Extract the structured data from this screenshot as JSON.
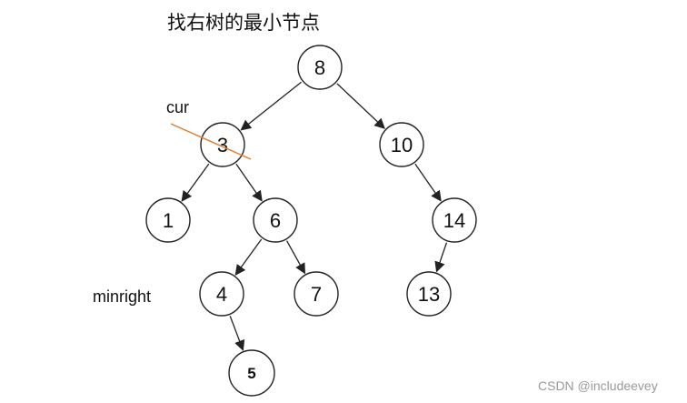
{
  "title": "找右树的最小节点",
  "labels": {
    "cur": "cur",
    "minright": "minright"
  },
  "watermark": "CSDN @includeevey",
  "colors": {
    "strike": "#e07a2e",
    "ink": "#222222"
  },
  "tree": {
    "nodes": [
      {
        "id": "n8",
        "value": "8"
      },
      {
        "id": "n3",
        "value": "3",
        "marked": "cur",
        "struck": true
      },
      {
        "id": "n10",
        "value": "10"
      },
      {
        "id": "n1",
        "value": "1"
      },
      {
        "id": "n6",
        "value": "6"
      },
      {
        "id": "n14",
        "value": "14"
      },
      {
        "id": "n4",
        "value": "4",
        "marked": "minright"
      },
      {
        "id": "n7",
        "value": "7"
      },
      {
        "id": "n13",
        "value": "13"
      },
      {
        "id": "n5",
        "value": "5",
        "bold": true
      }
    ],
    "edges": [
      {
        "from": "n8",
        "to": "n3"
      },
      {
        "from": "n8",
        "to": "n10"
      },
      {
        "from": "n3",
        "to": "n1"
      },
      {
        "from": "n3",
        "to": "n6"
      },
      {
        "from": "n10",
        "to": "n14"
      },
      {
        "from": "n6",
        "to": "n4"
      },
      {
        "from": "n6",
        "to": "n7"
      },
      {
        "from": "n14",
        "to": "n13"
      },
      {
        "from": "n4",
        "to": "n5"
      }
    ]
  }
}
